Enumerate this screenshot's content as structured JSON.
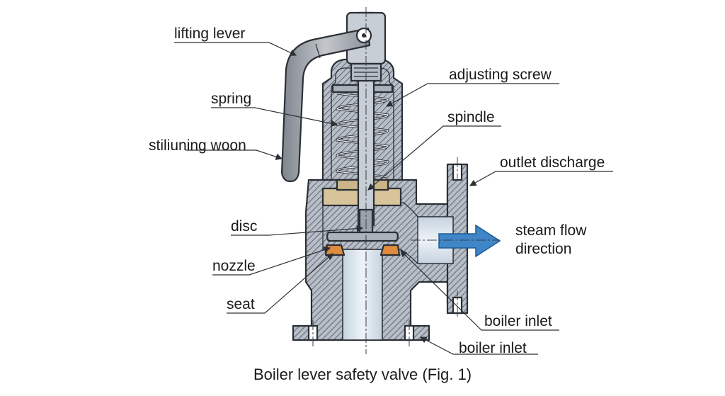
{
  "labels": {
    "lifting_lever": "lifting lever",
    "spring": "spring",
    "stiliuning_woon": "stiliuning woon",
    "adjusting_screw": "adjusting screw",
    "spindle": "spindle",
    "outlet_discharge": "outlet discharge",
    "disc": "disc",
    "nozzle": "nozzle",
    "seat": "seat",
    "steam_flow_line1": "steam flow",
    "steam_flow_line2": "direction",
    "boiler_inlet_right": "boiler inlet",
    "boiler_inlet_bottom": "boiler inlet"
  },
  "caption": "Boiler lever safety valve (Fig. 1)",
  "colors": {
    "body_hatch": "#9aa4b0",
    "bore_fill": "#dde6ee",
    "guide_fill": "#d8c49a",
    "nozzle_fill": "#e08a3c",
    "lever_fill": "#9ea3aa",
    "arrow_fill": "#3f86c8"
  }
}
